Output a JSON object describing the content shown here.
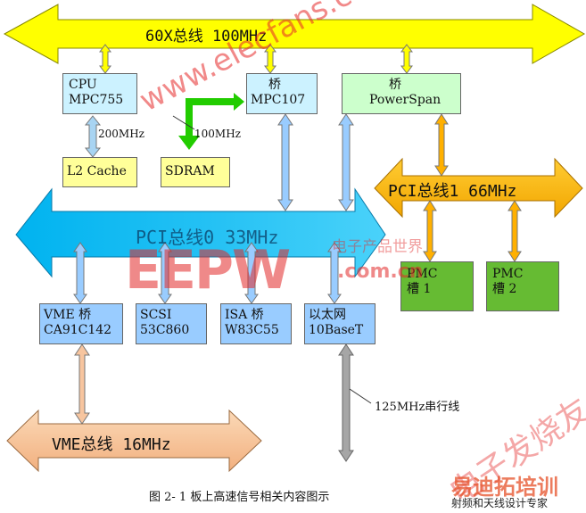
{
  "buses": {
    "x60": "60X总线 100MHz",
    "pci0": "PCI总线0 33MHz",
    "pci1": "PCI总线1 66MHz",
    "vme": "VME总线 16MHz"
  },
  "boxes": {
    "cpu": [
      "CPU",
      "MPC755"
    ],
    "bridge107": [
      "桥",
      "MPC107"
    ],
    "powerspan": [
      "桥",
      "PowerSpan"
    ],
    "l2cache": [
      "L2 Cache"
    ],
    "sdram": [
      "SDRAM"
    ],
    "pmc1": [
      "PMC",
      "槽 1"
    ],
    "pmc2": [
      "PMC",
      "槽 2"
    ],
    "vmebridge": [
      "VME 桥",
      "CA91C142"
    ],
    "scsi": [
      "SCSI",
      "53C860"
    ],
    "isa": [
      "ISA 桥",
      "W83C55"
    ],
    "ethernet": [
      "以太网",
      "10BaseT"
    ]
  },
  "labels": {
    "l2_speed": "200MHz",
    "sdram_speed": "100MHz",
    "serial_line": "125MHz串行线"
  },
  "caption": "图 2- 1  板上高速信号相关内容图示",
  "watermarks": {
    "elecfans": "www.elecfans.com",
    "eepw": "EEPW",
    "eepw_com": ".com.cn",
    "eepw_cn": "电子产品世界",
    "fans": "电子发烧友",
    "edatop": "易迪拓培训",
    "edatop_sub": "射频和天线设计专家"
  },
  "colors": {
    "bus_yellow": "#ffff00",
    "bus_cyan": "#1ab8ec",
    "bus_orange": "#ffb800",
    "bus_vme": "#f7c59f",
    "box_cyan": "#ccf2ff",
    "box_green_light": "#ccffcc",
    "box_yellow": "#ffff99",
    "box_pmc": "#66bb33",
    "box_blue": "#99ccff"
  }
}
